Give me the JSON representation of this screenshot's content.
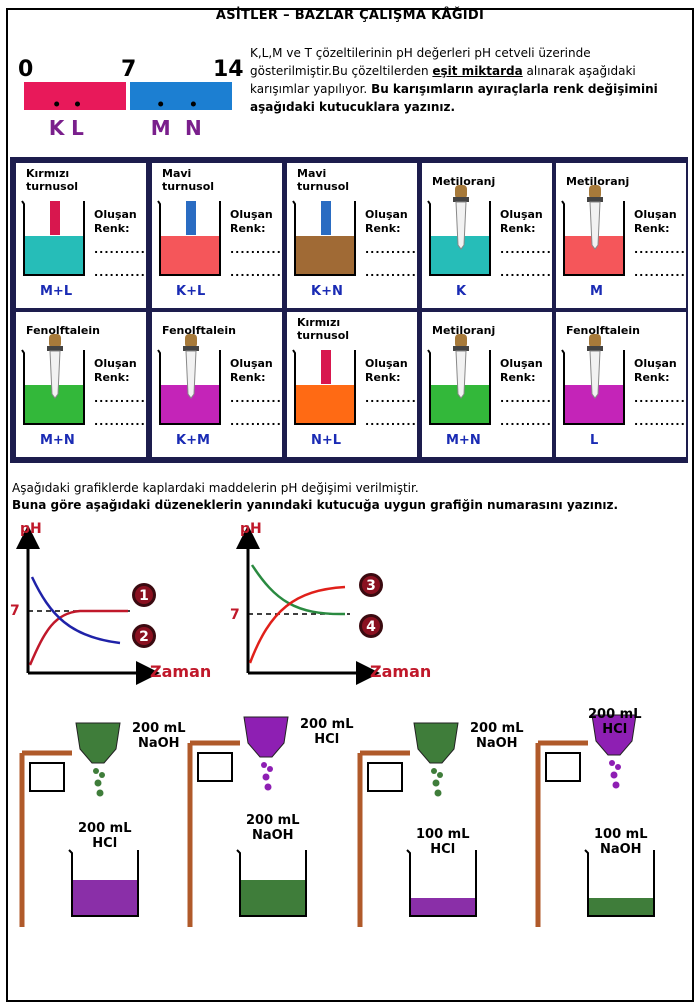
{
  "title": "ASİTLER – BAZLAR ÇALIŞMA KÂĞIDI",
  "ph_scale": {
    "min": "0",
    "mid": "7",
    "max": "14",
    "acid_color": "#e8195a",
    "base_color": "#1c7fd2",
    "points": [
      {
        "label": "K",
        "ph": 2.2
      },
      {
        "label": "L",
        "ph": 3.6
      },
      {
        "label": "M",
        "ph": 9.2
      },
      {
        "label": "N",
        "ph": 11.4
      }
    ]
  },
  "intro": {
    "part1": "K,L,M ve T çözeltilerinin pH değerleri pH cetveli üzerinde gösterilmiştir.Bu çözeltilerden ",
    "underlined": "eşit miktarda",
    "part2": " alınarak aşağıdaki karışımlar yapılıyor. ",
    "bold": "Bu karışımların ayıraçlarla renk değişimini aşağıdaki kutucuklara yazınız."
  },
  "result_label_1": "Oluşan",
  "result_label_2": "Renk:",
  "dots": "...........",
  "cells": [
    {
      "ind1": "Kırmızı",
      "ind2": "turnusol",
      "kind": "strip",
      "strip": "#d8174e",
      "liquid": "#26bdb8",
      "mix": "M+L"
    },
    {
      "ind1": "Mavi",
      "ind2": "turnusol",
      "kind": "strip",
      "strip": "#2a6cc2",
      "liquid": "#f5565a",
      "mix": "K+L"
    },
    {
      "ind1": "Mavi",
      "ind2": "turnusol",
      "kind": "strip",
      "strip": "#2a6cc2",
      "liquid": "#a06a35",
      "mix": "K+N"
    },
    {
      "ind1": "Metiloranj",
      "ind2": "",
      "kind": "dropper",
      "liquid": "#26bdb8",
      "mix": "K"
    },
    {
      "ind1": "Metiloranj",
      "ind2": "",
      "kind": "dropper",
      "liquid": "#f5565a",
      "mix": "M"
    },
    {
      "ind1": "Fenolftalein",
      "ind2": "",
      "kind": "dropper",
      "liquid": "#33b83a",
      "mix": "M+N"
    },
    {
      "ind1": "Fenolftalein",
      "ind2": "",
      "kind": "dropper",
      "liquid": "#c424b8",
      "mix": "K+M"
    },
    {
      "ind1": "Kırmızı",
      "ind2": "turnusol",
      "kind": "strip",
      "strip": "#d8174e",
      "liquid": "#ff6a14",
      "mix": "N+L"
    },
    {
      "ind1": "Metiloranj",
      "ind2": "",
      "kind": "dropper",
      "liquid": "#33b83a",
      "mix": "M+N"
    },
    {
      "ind1": "Fenolftalein",
      "ind2": "",
      "kind": "dropper",
      "liquid": "#c424b8",
      "mix": "L"
    }
  ],
  "q2_line1": "Aşağıdaki grafiklerde kaplardaki maddelerin pH değişimi verilmiştir.",
  "q2_line2": "Buna göre aşağıdaki düzeneklerin yanındaki kutucuğa uygun grafiğin numarasını yazınız.",
  "graph_axis_y": "pH",
  "graph_axis_x": "Zaman",
  "graph_seven": "7",
  "graph_numbers": [
    "1",
    "2",
    "3",
    "4"
  ],
  "apparatus": [
    {
      "top1": "200 mL",
      "top2": "NaOH",
      "top_color": "#3f7d3a",
      "bot1": "200 mL",
      "bot2": "HCl",
      "bot_color": "#8a2fa8",
      "level": 0.55
    },
    {
      "top1": "200 mL",
      "top2": "HCl",
      "top_color": "#8e1fb3",
      "bot1": "200 mL",
      "bot2": "NaOH",
      "bot_color": "#3f7d3a",
      "level": 0.55
    },
    {
      "top1": "200 mL",
      "top2": "NaOH",
      "top_color": "#3f7d3a",
      "bot1": "100 mL",
      "bot2": "HCl",
      "bot_color": "#8a2fa8",
      "level": 0.28
    },
    {
      "top1": "200 mL",
      "top2": "HCl",
      "top_color": "#8e1fb3",
      "bot1": "100 mL",
      "bot2": "NaOH",
      "bot_color": "#3f7d3a",
      "level": 0.28
    }
  ]
}
